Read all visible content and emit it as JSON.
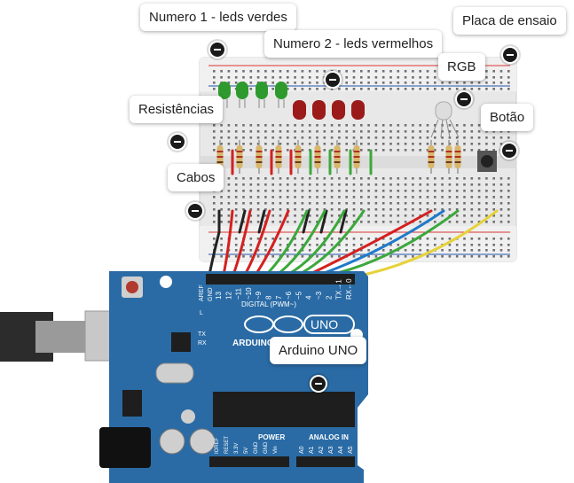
{
  "annotations": {
    "numero1": "Numero 1 - leds verdes",
    "numero2": "Numero 2 -  leds vermelhos",
    "placa": "Placa de ensaio",
    "rgb": "RGB",
    "resistencias": "Resistências",
    "botao": "Botão",
    "cabos": "Cabos",
    "arduino": "Arduino UNO"
  },
  "board": {
    "digital_label": "DIGITAL (PWM~)",
    "uno_label": "UNO",
    "brand_label": "ARDUINO",
    "power_label": "POWER",
    "analog_label": "ANALOG IN",
    "aref": "AREF",
    "gnd": "GND",
    "tx": "TX",
    "rx": "RX",
    "l": "L",
    "pin_labels": [
      "13",
      "12",
      "~11",
      "~10",
      "~9",
      "8",
      "7",
      "~6",
      "~5",
      "4",
      "~3",
      "2",
      "TX→1",
      "RX←0"
    ],
    "power_pins": [
      "IOREF",
      "RESET",
      "3.3V",
      "5V",
      "GND",
      "GND",
      "Vin"
    ],
    "analog_pins": [
      "A0",
      "A1",
      "A2",
      "A3",
      "A4",
      "A5"
    ]
  },
  "colors": {
    "board": "#2a6ba5",
    "breadboard": "#e9e9e9",
    "green_led": "#2e9a2e",
    "red_led": "#9b1a1a",
    "wire_red": "#d42020",
    "wire_green": "#3ba83b",
    "wire_blue": "#1f7ac9",
    "wire_yellow": "#e6d23a",
    "wire_black": "#222222"
  }
}
